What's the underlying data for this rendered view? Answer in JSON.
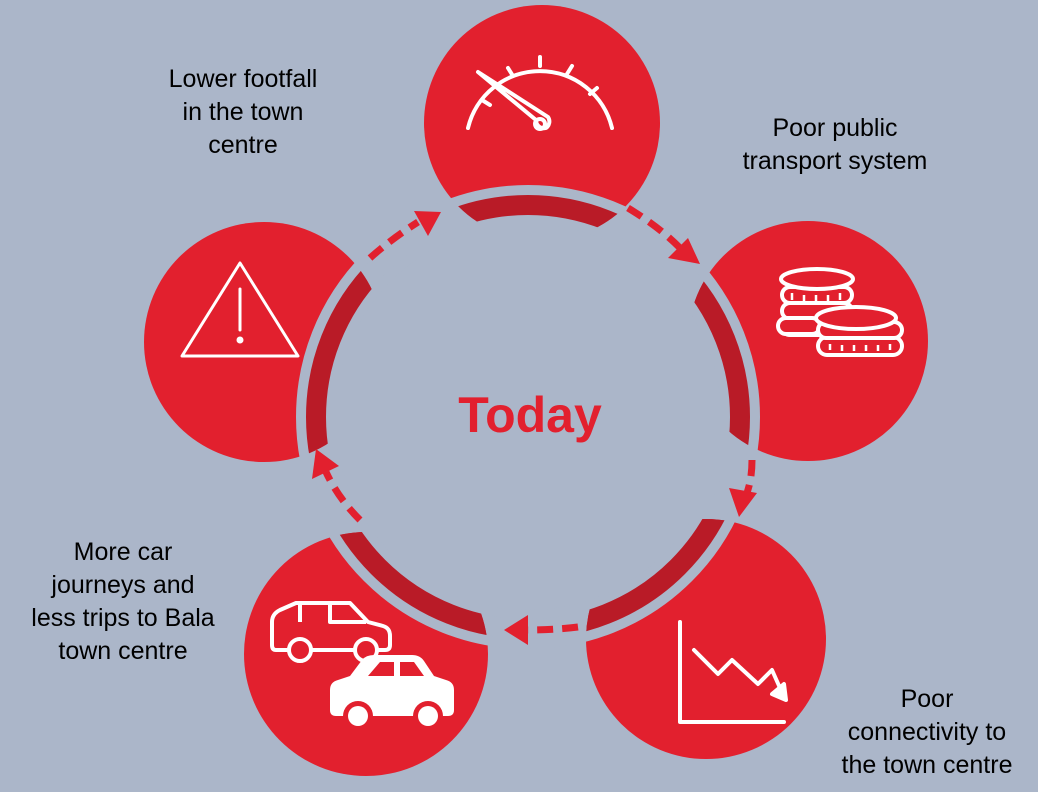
{
  "center_text": "Today",
  "labels": {
    "top_left": "Lower footfall\nin the town\ncentre",
    "right": "Poor public\ntransport system",
    "bottom_left": "More car\njourneys and\nless trips to Bala\ntown centre",
    "bottom_right": "Poor\nconnectivity to\nthe town centre"
  },
  "colors": {
    "background": "#abb6c9",
    "circle": "#e2202e",
    "ring_band": "#b91b27",
    "center_text": "#e2202e",
    "icon": "#ffffff"
  },
  "icons": [
    "speedometer-icon",
    "coins-icon",
    "decline-chart-icon",
    "cars-icon",
    "warning-icon"
  ]
}
